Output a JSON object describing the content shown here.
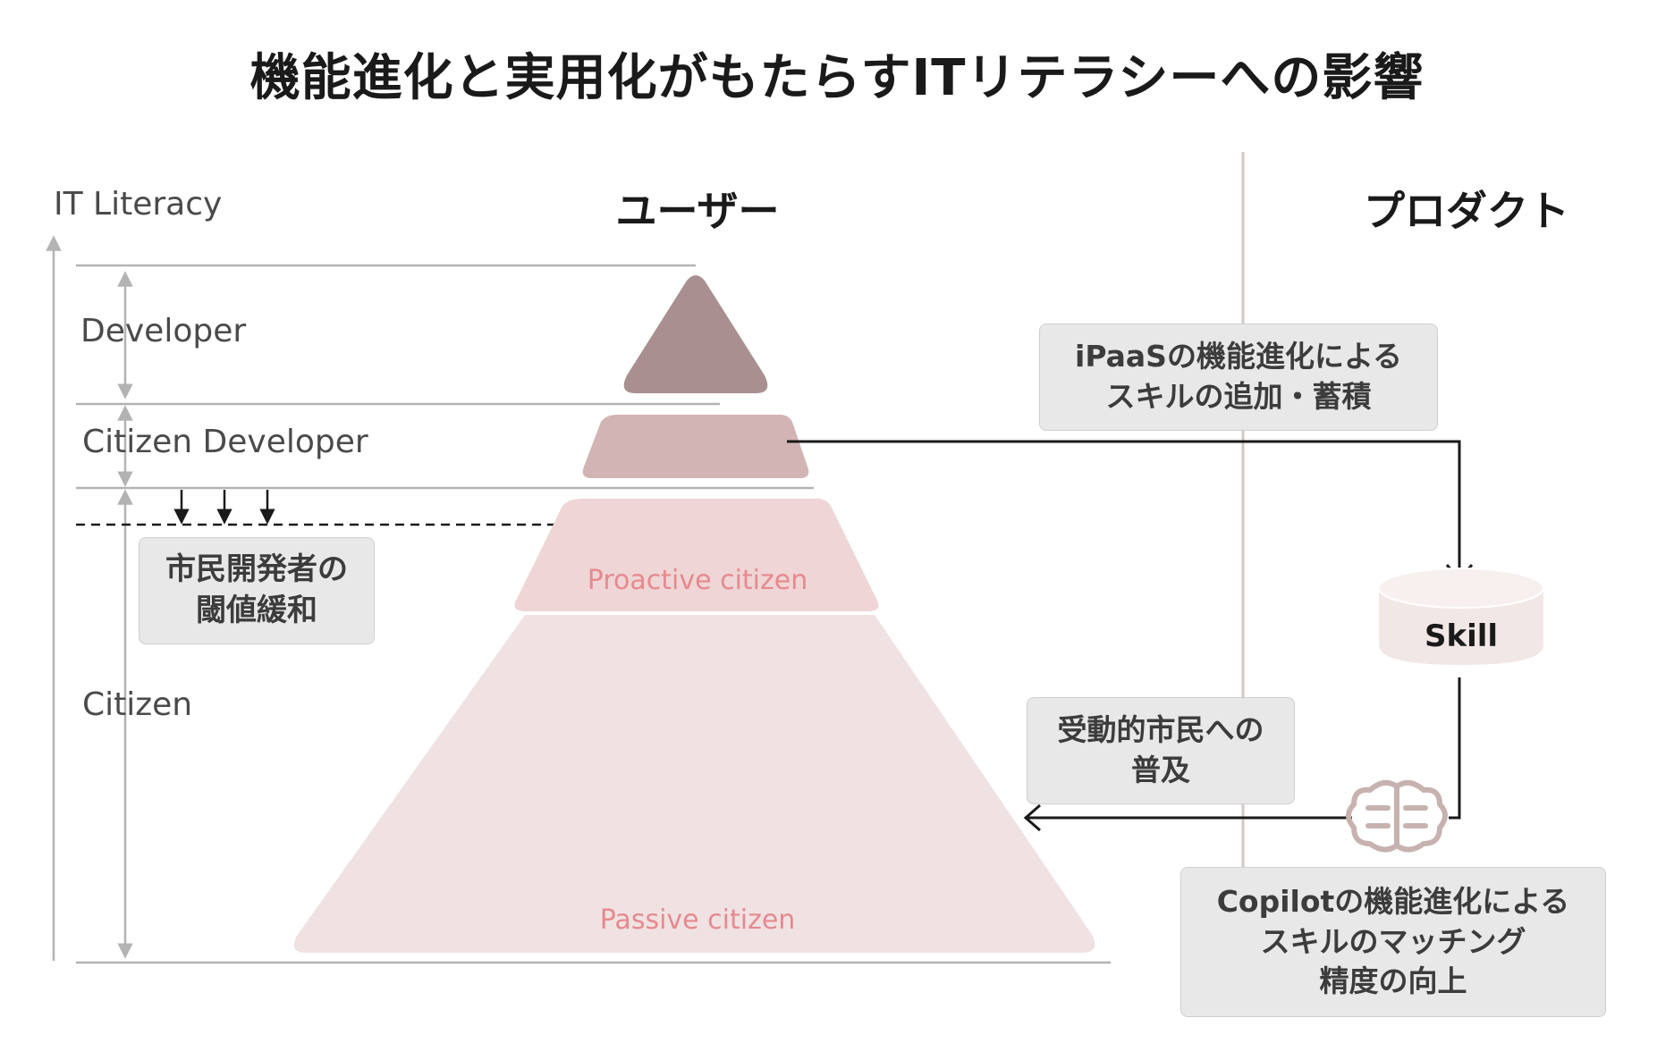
{
  "title": "機能進化と実用化がもたらすITリテラシーへの影響",
  "columns": {
    "user": "ユーザー",
    "product": "プロダクト"
  },
  "axis": {
    "label": "IT Literacy"
  },
  "tiers": {
    "developer": "Developer",
    "citizen_developer": "Citizen Developer",
    "citizen": "Citizen"
  },
  "pyramid": {
    "proactive": "Proactive citizen",
    "passive": "Passive citizen"
  },
  "notes": {
    "threshold_line1": "市民開発者の",
    "threshold_line2": "閾値緩和",
    "ipaas_line1": "iPaaSの機能進化による",
    "ipaas_line2": "スキルの追加・蓄積",
    "spread_line1": "受動的市民への",
    "spread_line2": "普及",
    "copilot_line1": "Copilotの機能進化による",
    "copilot_line2": "スキルのマッチング",
    "copilot_line3": "精度の向上"
  },
  "skill": {
    "label": "Skill"
  },
  "icons": {
    "brain": "brain-icon"
  },
  "colors": {
    "developer_tier": "#a98f90",
    "citizen_developer_tier": "#d3b4b5",
    "proactive_tier": "#efd5d6",
    "passive_tier": "#f0e2e2",
    "pyramid_label": "#e68a8f",
    "guide_lines": "#b3b3b3",
    "divider": "#d3c7c6",
    "note_bg": "#e8e8e8",
    "skill_bg": "#f1e8e6",
    "brain_icon": "#c7b2b0"
  }
}
